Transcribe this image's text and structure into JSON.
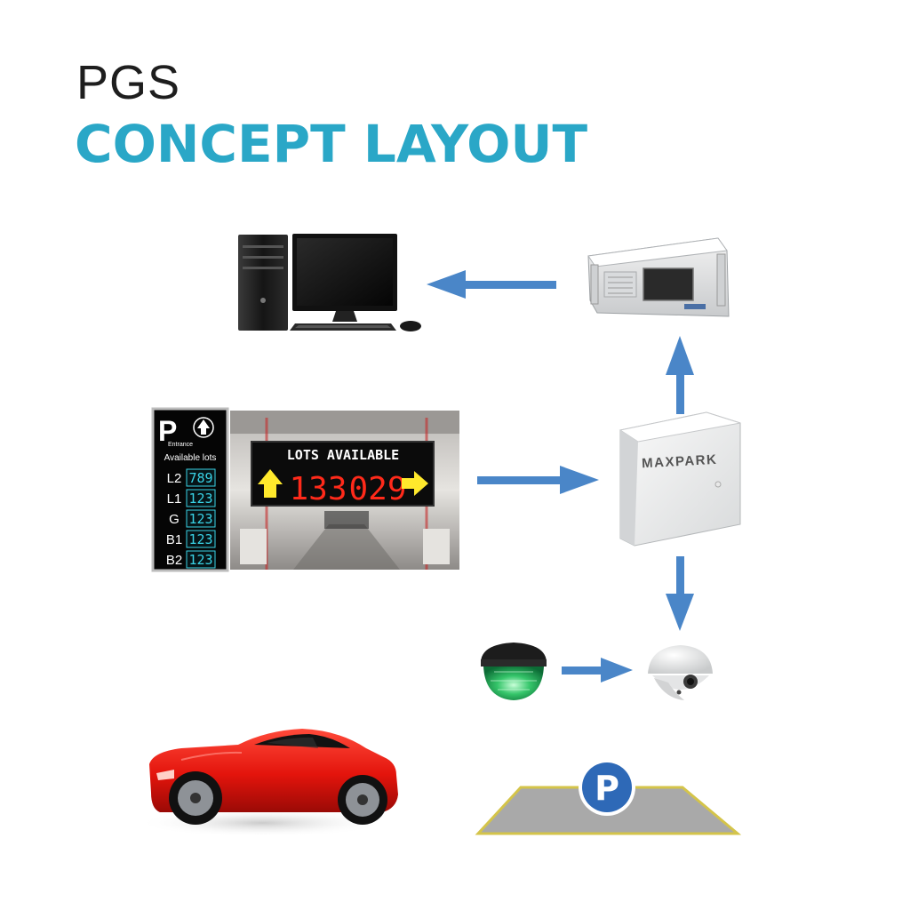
{
  "title": {
    "line1": "PGS",
    "line2": "CONCEPT LAYOUT"
  },
  "colors": {
    "accent": "#2aa7c7",
    "arrow": "#4a86c8",
    "led_red": "#ff2a1a",
    "led_cyan": "#39d3e6"
  },
  "controller": {
    "brand": "MAXPARK"
  },
  "level_sign": {
    "header_letter": "P",
    "header_sub": "Entrance",
    "caption": "Available lots",
    "rows": [
      {
        "level": "L2",
        "count": "789"
      },
      {
        "level": "L1",
        "count": "123"
      },
      {
        "level": "G",
        "count": "123"
      },
      {
        "level": "B1",
        "count": "123"
      },
      {
        "level": "B2",
        "count": "123"
      }
    ]
  },
  "led_board": {
    "caption": "LOTS AVAILABLE",
    "count_left": "133",
    "count_right": "029"
  },
  "parking_marker": {
    "letter": "P"
  }
}
